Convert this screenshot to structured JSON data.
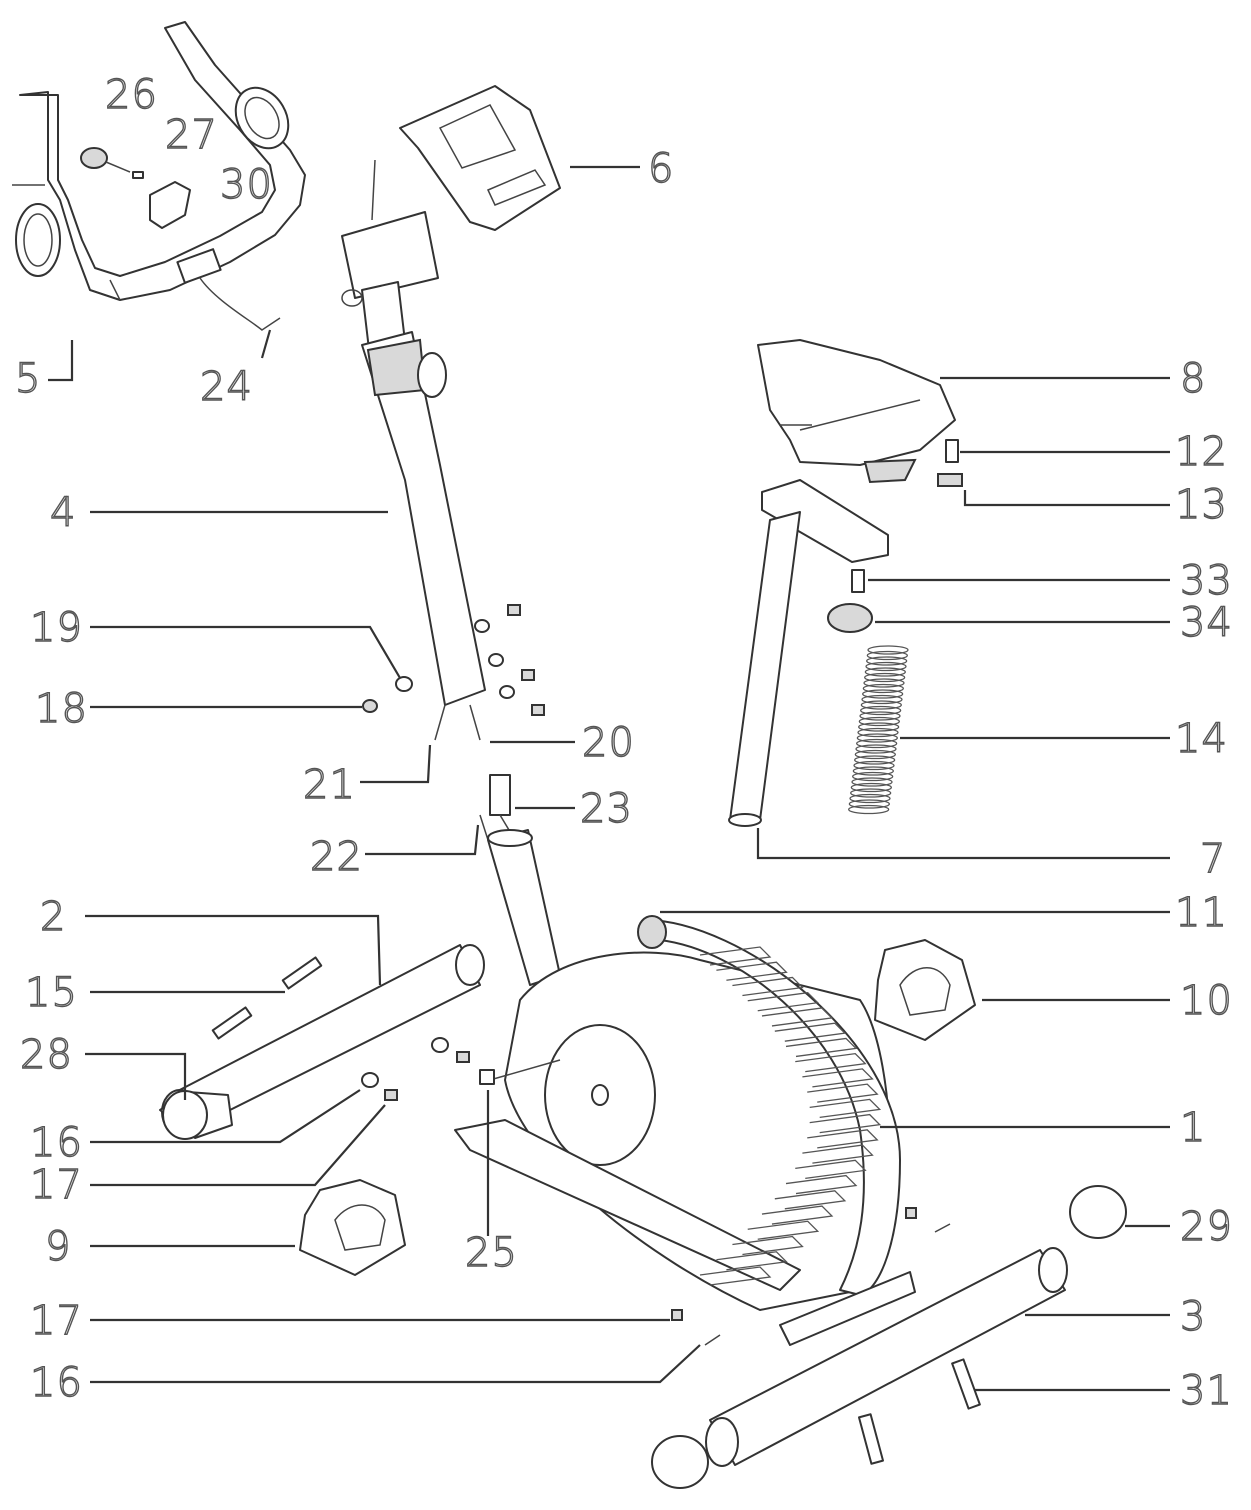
{
  "diagram": {
    "labels": [
      {
        "id": "l26",
        "text": "26"
      },
      {
        "id": "l27",
        "text": "27"
      },
      {
        "id": "l30",
        "text": "30"
      },
      {
        "id": "l6",
        "text": "6"
      },
      {
        "id": "l5",
        "text": "5"
      },
      {
        "id": "l24",
        "text": "24"
      },
      {
        "id": "l8",
        "text": "8"
      },
      {
        "id": "l12",
        "text": "12"
      },
      {
        "id": "l13",
        "text": "13"
      },
      {
        "id": "l4",
        "text": "4"
      },
      {
        "id": "l33",
        "text": "33"
      },
      {
        "id": "l34",
        "text": "34"
      },
      {
        "id": "l19",
        "text": "19"
      },
      {
        "id": "l18",
        "text": "18"
      },
      {
        "id": "l20",
        "text": "20"
      },
      {
        "id": "l14",
        "text": "14"
      },
      {
        "id": "l21",
        "text": "21"
      },
      {
        "id": "l23",
        "text": "23"
      },
      {
        "id": "l22",
        "text": "22"
      },
      {
        "id": "l7",
        "text": "7"
      },
      {
        "id": "l2",
        "text": "2"
      },
      {
        "id": "l11",
        "text": "11"
      },
      {
        "id": "l15",
        "text": "15"
      },
      {
        "id": "l10",
        "text": "10"
      },
      {
        "id": "l28",
        "text": "28"
      },
      {
        "id": "l1",
        "text": "1"
      },
      {
        "id": "l16a",
        "text": "16"
      },
      {
        "id": "l17a",
        "text": "17"
      },
      {
        "id": "l9",
        "text": "9"
      },
      {
        "id": "l25",
        "text": "25"
      },
      {
        "id": "l29",
        "text": "29"
      },
      {
        "id": "l3",
        "text": "3"
      },
      {
        "id": "l17b",
        "text": "17"
      },
      {
        "id": "l16b",
        "text": "16"
      },
      {
        "id": "l31",
        "text": "31"
      }
    ]
  }
}
